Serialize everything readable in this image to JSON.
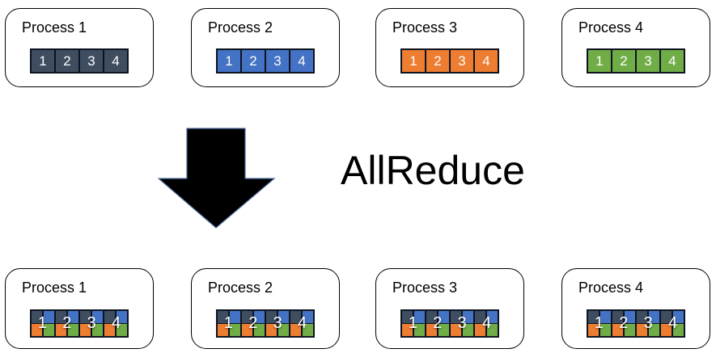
{
  "arrow_label": "AllReduce",
  "colors": {
    "dark": "#3F4D61",
    "blue": "#4472C4",
    "orange": "#ED7D31",
    "green": "#70AD47"
  },
  "quad_pattern": [
    [
      "dark",
      "blue"
    ],
    [
      "orange",
      "green"
    ]
  ],
  "top_processes": [
    {
      "label": "Process 1",
      "color": "dark",
      "blocks": [
        "1",
        "2",
        "3",
        "4"
      ]
    },
    {
      "label": "Process 2",
      "color": "blue",
      "blocks": [
        "1",
        "2",
        "3",
        "4"
      ]
    },
    {
      "label": "Process 3",
      "color": "orange",
      "blocks": [
        "1",
        "2",
        "3",
        "4"
      ]
    },
    {
      "label": "Process 4",
      "color": "green",
      "blocks": [
        "1",
        "2",
        "3",
        "4"
      ]
    }
  ],
  "bottom_processes": [
    {
      "label": "Process 1",
      "blocks": [
        "1",
        "2",
        "3",
        "4"
      ]
    },
    {
      "label": "Process 2",
      "blocks": [
        "1",
        "2",
        "3",
        "4"
      ]
    },
    {
      "label": "Process 3",
      "blocks": [
        "1",
        "2",
        "3",
        "4"
      ]
    },
    {
      "label": "Process 4",
      "blocks": [
        "1",
        "2",
        "3",
        "4"
      ]
    }
  ]
}
